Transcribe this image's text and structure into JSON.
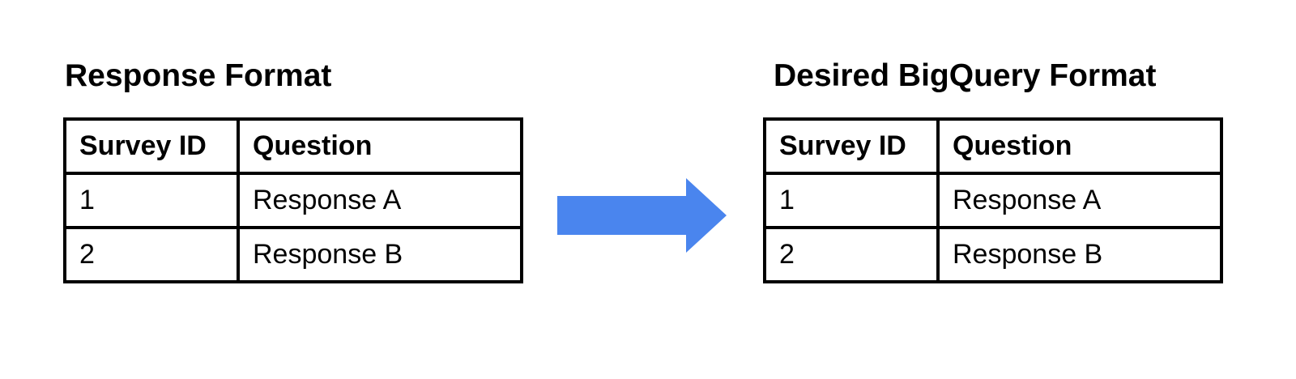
{
  "page": {
    "background": "#ffffff"
  },
  "left_panel": {
    "title": "Response Format",
    "table": {
      "headers": [
        "Survey ID",
        "Question"
      ],
      "rows": [
        [
          "1",
          "Response A"
        ],
        [
          "2",
          "Response B"
        ]
      ]
    }
  },
  "arrow": {
    "direction": "right",
    "color": "#4A85EE"
  },
  "right_panel": {
    "title": "Desired BigQuery Format",
    "table": {
      "headers": [
        "Survey ID",
        "Question"
      ],
      "rows": [
        [
          "1",
          "Response A"
        ],
        [
          "2",
          "Response B"
        ]
      ]
    }
  }
}
